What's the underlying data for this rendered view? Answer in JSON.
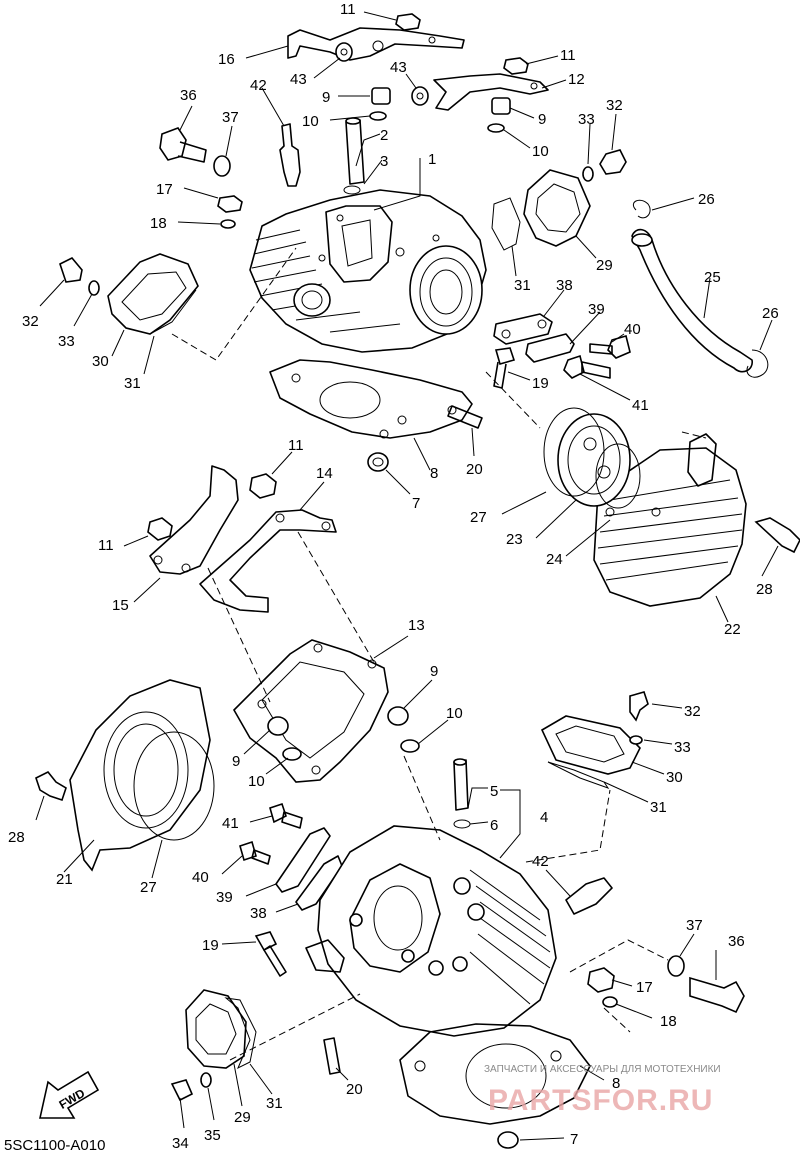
{
  "diagram": {
    "code": "5SC1100-A010",
    "fwd_label": "FWD",
    "watermark": {
      "line1": "ЗАПЧАСТИ И АКСЕССУАРЫ ДЛЯ МОТОТЕХНИКИ",
      "line2": "PARTSFOR.RU"
    },
    "callouts": [
      {
        "id": "c-11a",
        "text": "11"
      },
      {
        "id": "c-16",
        "text": "16"
      },
      {
        "id": "c-43a",
        "text": "43"
      },
      {
        "id": "c-43b",
        "text": "43"
      },
      {
        "id": "c-11b",
        "text": "11"
      },
      {
        "id": "c-12",
        "text": "12"
      },
      {
        "id": "c-9a",
        "text": "9"
      },
      {
        "id": "c-9b",
        "text": "9"
      },
      {
        "id": "c-10a",
        "text": "10"
      },
      {
        "id": "c-10b",
        "text": "10"
      },
      {
        "id": "c-36a",
        "text": "36"
      },
      {
        "id": "c-42a",
        "text": "42"
      },
      {
        "id": "c-37a",
        "text": "37"
      },
      {
        "id": "c-2",
        "text": "2"
      },
      {
        "id": "c-3",
        "text": "3"
      },
      {
        "id": "c-1",
        "text": "1"
      },
      {
        "id": "c-33a",
        "text": "33"
      },
      {
        "id": "c-32a",
        "text": "32"
      },
      {
        "id": "c-17a",
        "text": "17"
      },
      {
        "id": "c-18a",
        "text": "18"
      },
      {
        "id": "c-26a",
        "text": "26"
      },
      {
        "id": "c-31a",
        "text": "31"
      },
      {
        "id": "c-29a",
        "text": "29"
      },
      {
        "id": "c-25",
        "text": "25"
      },
      {
        "id": "c-32b",
        "text": "32"
      },
      {
        "id": "c-33b",
        "text": "33"
      },
      {
        "id": "c-30a",
        "text": "30"
      },
      {
        "id": "c-31b",
        "text": "31"
      },
      {
        "id": "c-38a",
        "text": "38"
      },
      {
        "id": "c-39a",
        "text": "39"
      },
      {
        "id": "c-26b",
        "text": "26"
      },
      {
        "id": "c-40a",
        "text": "40"
      },
      {
        "id": "c-41a",
        "text": "41"
      },
      {
        "id": "c-19a",
        "text": "19"
      },
      {
        "id": "c-20a",
        "text": "20"
      },
      {
        "id": "c-8a",
        "text": "8"
      },
      {
        "id": "c-7a",
        "text": "7"
      },
      {
        "id": "c-27a",
        "text": "27"
      },
      {
        "id": "c-23",
        "text": "23"
      },
      {
        "id": "c-24",
        "text": "24"
      },
      {
        "id": "c-28a",
        "text": "28"
      },
      {
        "id": "c-22",
        "text": "22"
      },
      {
        "id": "c-11c",
        "text": "11"
      },
      {
        "id": "c-14",
        "text": "14"
      },
      {
        "id": "c-11d",
        "text": "11"
      },
      {
        "id": "c-15",
        "text": "15"
      },
      {
        "id": "c-13",
        "text": "13"
      },
      {
        "id": "c-9c",
        "text": "9"
      },
      {
        "id": "c-10c",
        "text": "10"
      },
      {
        "id": "c-9d",
        "text": "9"
      },
      {
        "id": "c-10d",
        "text": "10"
      },
      {
        "id": "c-32c",
        "text": "32"
      },
      {
        "id": "c-33c",
        "text": "33"
      },
      {
        "id": "c-30b",
        "text": "30"
      },
      {
        "id": "c-31c",
        "text": "31"
      },
      {
        "id": "c-28b",
        "text": "28"
      },
      {
        "id": "c-5",
        "text": "5"
      },
      {
        "id": "c-6",
        "text": "6"
      },
      {
        "id": "c-4",
        "text": "4"
      },
      {
        "id": "c-41b",
        "text": "41"
      },
      {
        "id": "c-40b",
        "text": "40"
      },
      {
        "id": "c-39b",
        "text": "39"
      },
      {
        "id": "c-38b",
        "text": "38"
      },
      {
        "id": "c-21",
        "text": "21"
      },
      {
        "id": "c-27b",
        "text": "27"
      },
      {
        "id": "c-42b",
        "text": "42"
      },
      {
        "id": "c-37b",
        "text": "37"
      },
      {
        "id": "c-36b",
        "text": "36"
      },
      {
        "id": "c-19b",
        "text": "19"
      },
      {
        "id": "c-17b",
        "text": "17"
      },
      {
        "id": "c-18b",
        "text": "18"
      },
      {
        "id": "c-20b",
        "text": "20"
      },
      {
        "id": "c-8b",
        "text": "8"
      },
      {
        "id": "c-34",
        "text": "34"
      },
      {
        "id": "c-35",
        "text": "35"
      },
      {
        "id": "c-29b",
        "text": "29"
      },
      {
        "id": "c-31d",
        "text": "31"
      },
      {
        "id": "c-7b",
        "text": "7"
      }
    ]
  }
}
